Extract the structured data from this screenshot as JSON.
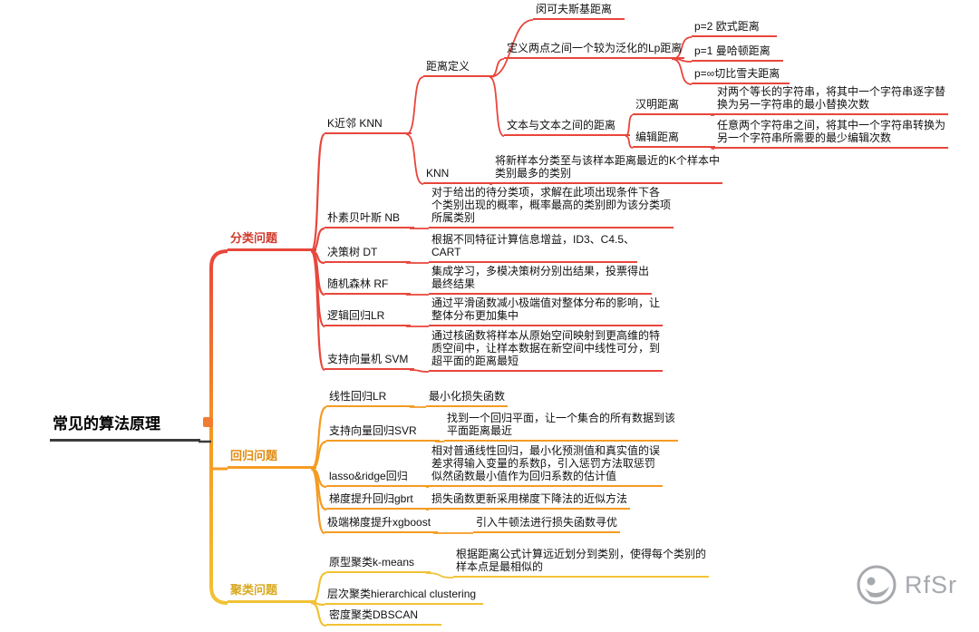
{
  "title": "常见的算法原理",
  "colors": {
    "classification": "#e8463c",
    "regression": "#f59b22",
    "clustering": "#f2c235",
    "root_line": "#3c3c3c",
    "text": "#111111",
    "watermark": "#a6a9ad"
  },
  "nodes": {
    "root": "常见的算法原理",
    "classification": "分类问题",
    "knn_branch": "K近邻 KNN",
    "distance_def": "距离定义",
    "minkowski": "闵可夫斯基距离",
    "lp": "定义两点之间一个较为泛化的Lp距离",
    "p2": "p=2 欧式距离",
    "p1": "p=1 曼哈顿距离",
    "pinf": "p=∞切比雪夫距离",
    "text_distance": "文本与文本之间的距离",
    "hamming": "汉明距离",
    "hamming_desc": "对两个等长的字符串，将其中一个字符串逐字替\n换为另一字符串的最小替换次数",
    "edit": "编辑距离",
    "edit_desc": "任意两个字符串之间，将其中一个字符串转换为\n另一个字符串所需要的最少编辑次数",
    "knn_node": "KNN",
    "knn_desc": "将新样本分类至与该样本距离最近的K个样本中\n类别最多的类别",
    "nb": "朴素贝叶斯 NB",
    "nb_desc": "对于给出的待分类项，求解在此项出现条件下各\n个类别出现的概率，概率最高的类别即为该分类项\n所属类别",
    "dt": "决策树 DT",
    "dt_desc": "根据不同特征计算信息增益，ID3、C4.5、\nCART",
    "rf": "随机森林 RF",
    "rf_desc": "集成学习，多模决策树分别出结果，投票得出\n最终结果",
    "lr": "逻辑回归LR",
    "lr_desc": "通过平滑函数减小极端值对整体分布的影响，让\n整体分布更加集中",
    "svm": "支持向量机 SVM",
    "svm_desc": "通过核函数将样本从原始空间映射到更高维的特\n质空间中，让样本数据在新空间中线性可分，到\n超平面的距离最短",
    "regression": "回归问题",
    "linreg": "线性回归LR",
    "linreg_desc": "最小化损失函数",
    "svr": "支持向量回归SVR",
    "svr_desc": "找到一个回归平面，让一个集合的所有数据到该\n平面距离最近",
    "lasso": "lasso&ridge回归",
    "lasso_desc": "相对普通线性回归，最小化预测值和真实值的误\n差求得输入变量的系数β，引入惩罚方法取惩罚\n似然函数最小值作为回归系数的估计值",
    "gbrt": "梯度提升回归gbrt",
    "gbrt_desc": "损失函数更新采用梯度下降法的近似方法",
    "xgboost": "极端梯度提升xgboost",
    "xgboost_desc": "引入牛顿法进行损失函数寻优",
    "clustering": "聚类问题",
    "kmeans": "原型聚类k-means",
    "kmeans_desc": "根据距离公式计算远近划分到类别，使得每个类别的\n样本点是最相似的",
    "hierarchical": "层次聚类hierarchical clustering",
    "dbscan": "密度聚类DBSCAN"
  },
  "watermark": {
    "label": "RfSr"
  }
}
